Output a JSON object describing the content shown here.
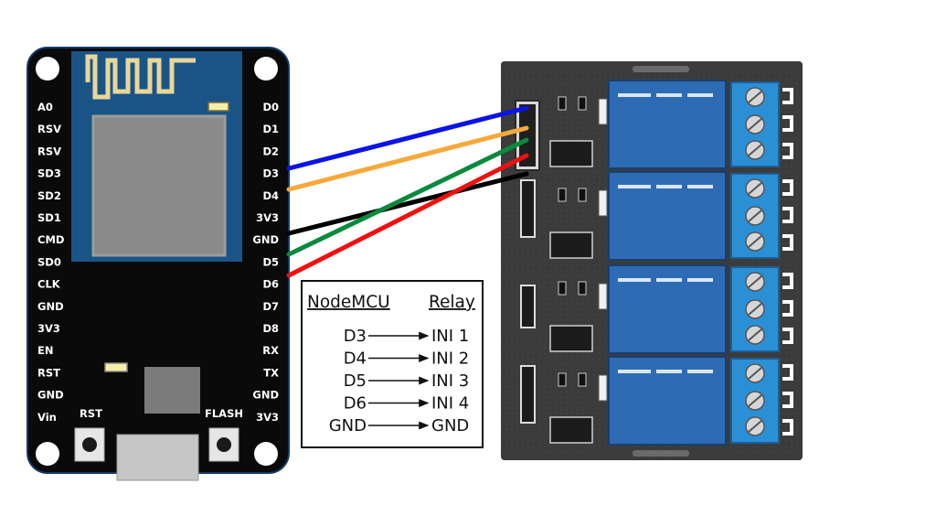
{
  "board": {
    "left_pins": [
      "A0",
      "RSV",
      "RSV",
      "SD3",
      "SD2",
      "SD1",
      "CMD",
      "SD0",
      "CLK",
      "GND",
      "3V3",
      "EN",
      "RST",
      "GND",
      "Vin"
    ],
    "right_pins": [
      "D0",
      "D1",
      "D2",
      "D3",
      "D4",
      "3V3",
      "GND",
      "D5",
      "D6",
      "D7",
      "D8",
      "RX",
      "TX",
      "GND",
      "3V3"
    ],
    "rst_label": "RST",
    "flash_label": "FLASH"
  },
  "wires": [
    {
      "color": "#0a14e6"
    },
    {
      "color": "#f6a93b"
    },
    {
      "color": "#000000"
    },
    {
      "color": "#0a8a3c"
    },
    {
      "color": "#ee1111"
    }
  ],
  "legend": {
    "col_left": "NodeMCU",
    "col_right": "Relay",
    "rows": [
      {
        "from": "D3",
        "to": "INI 1"
      },
      {
        "from": "D4",
        "to": "INI 2"
      },
      {
        "from": "D5",
        "to": "INI 3"
      },
      {
        "from": "D6",
        "to": "INI 4"
      },
      {
        "from": "GND",
        "to": "GND"
      }
    ]
  }
}
